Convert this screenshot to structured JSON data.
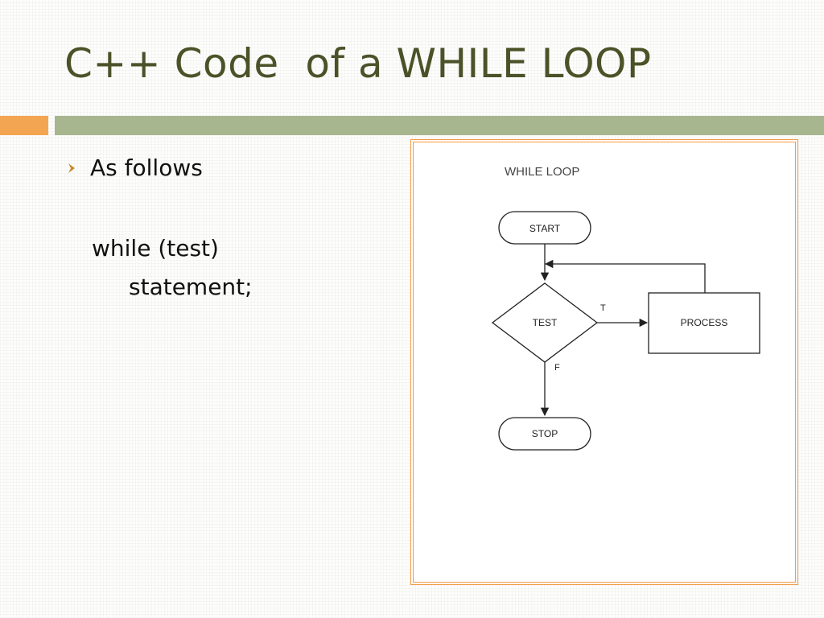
{
  "slide": {
    "title": "C++ Code  of a WHILE LOOP",
    "bullet": "As follows",
    "code_line_1": "while (test)",
    "code_line_2": "statement;"
  },
  "colors": {
    "title": "#4a5228",
    "accent_bar": "#f4a552",
    "rule_bar": "#a7b68e",
    "frame_border": "#f49a44",
    "bullet": "#c98a2e"
  },
  "flowchart": {
    "title": "WHILE LOOP",
    "start": "START",
    "test": "TEST",
    "process": "PROCESS",
    "stop": "STOP",
    "true_label": "T",
    "false_label": "F"
  }
}
